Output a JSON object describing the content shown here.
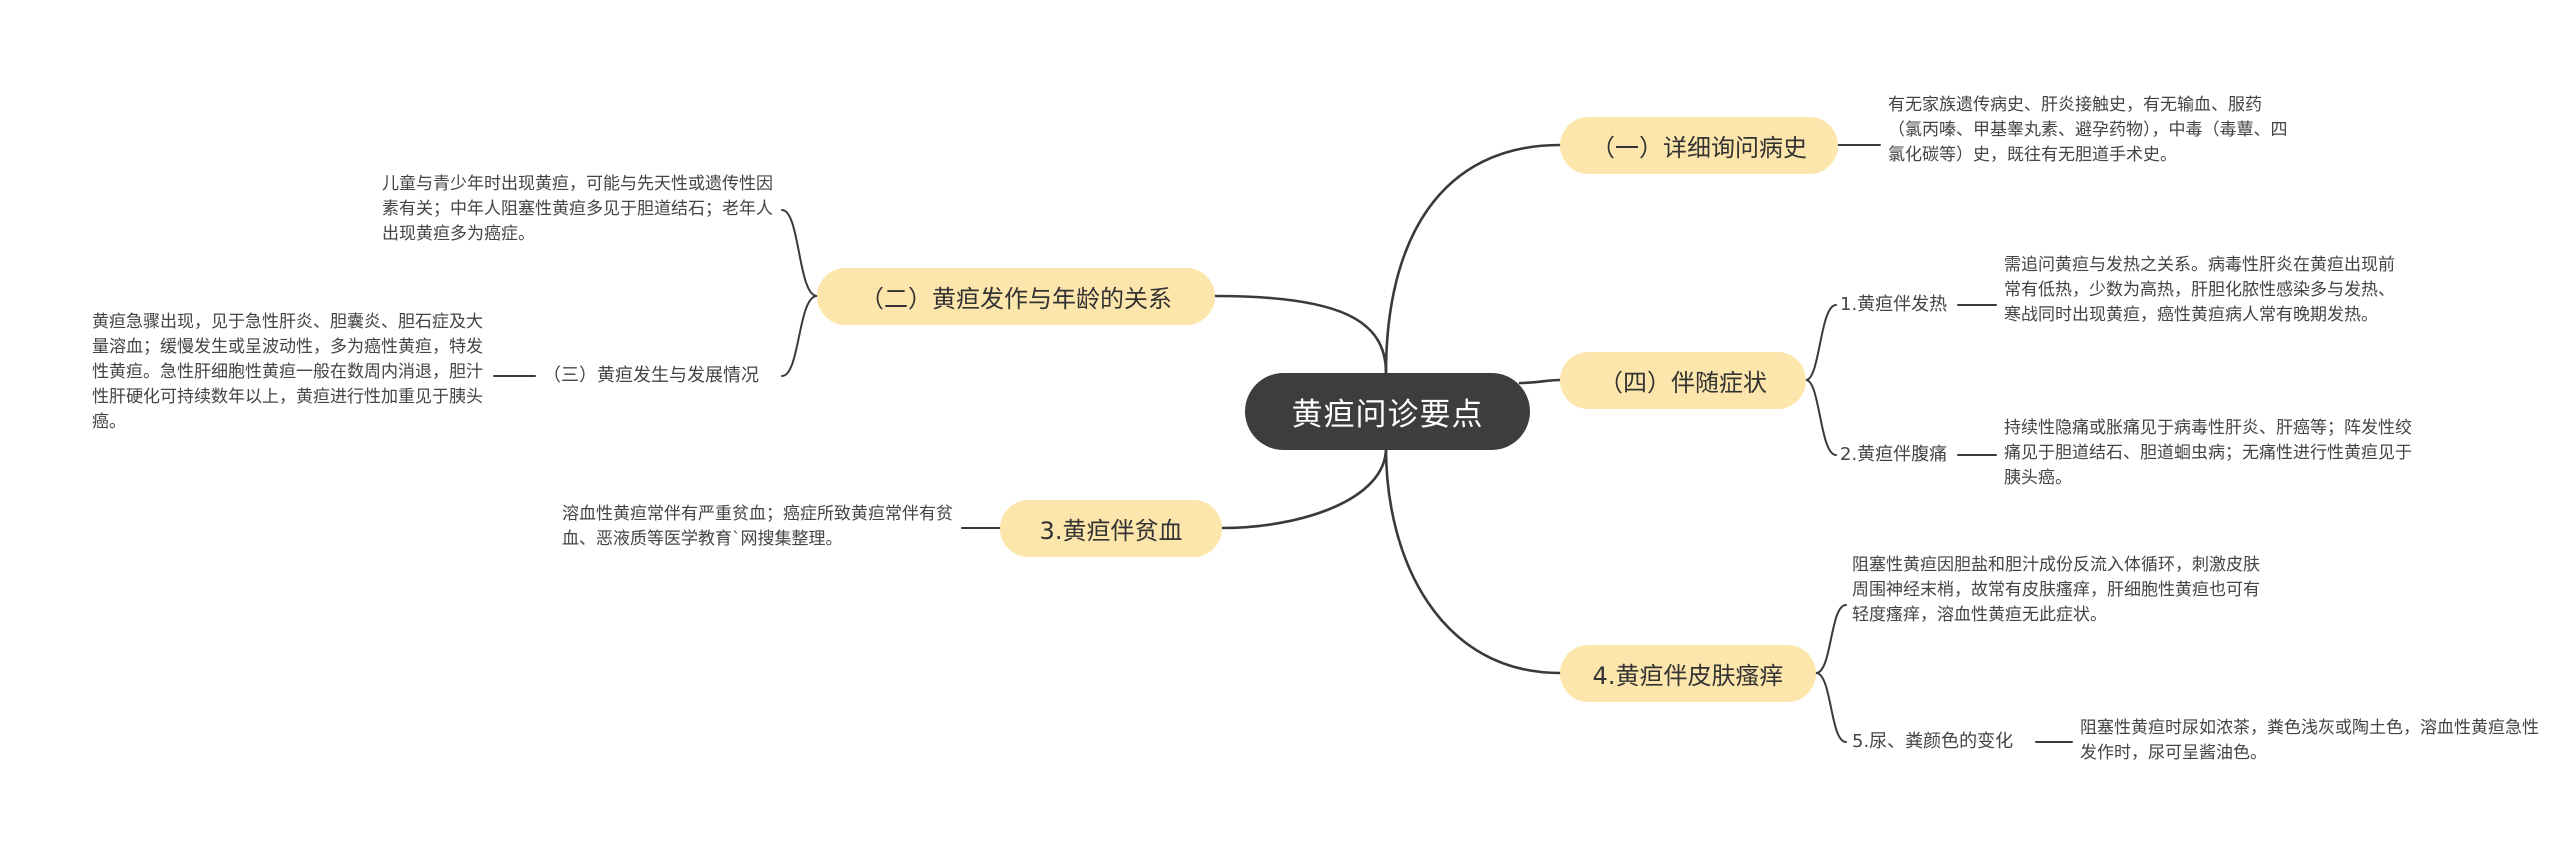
{
  "root": {
    "label": "黄疸问诊要点"
  },
  "right": {
    "history": {
      "label": "（一）详细询问病史",
      "detail": "有无家族遗传病史、肝炎接触史，有无输血、服药（氯丙嗪、甲基睾丸素、避孕药物），中毒（毒蕈、四氯化碳等）史，既往有无胆道手术史。"
    },
    "symptoms": {
      "label": "（四）伴随症状",
      "items": [
        {
          "label": "1.黄疸伴发热",
          "detail": "需追问黄疸与发热之关系。病毒性肝炎在黄疸出现前常有低热，少数为高热，肝胆化脓性感染多与发热、寒战同时出现黄疸，癌性黄疸病人常有晚期发热。"
        },
        {
          "label": "2.黄疸伴腹痛",
          "detail": "持续性隐痛或胀痛见于病毒性肝炎、肝癌等；阵发性绞痛见于胆道结石、胆道蛔虫病；无痛性进行性黄疸见于胰头癌。"
        }
      ]
    },
    "itch": {
      "label": "4.黄疸伴皮肤瘙痒",
      "detail": "阻塞性黄疸因胆盐和胆汁成份反流入体循环，刺激皮肤周围神经末梢，故常有皮肤瘙痒，肝细胞性黄疸也可有轻度瘙痒，溶血性黄疸无此症状。",
      "sub": {
        "label": "5.尿、粪颜色的变化",
        "detail": "阻塞性黄疸时尿如浓茶，粪色浅灰或陶土色，溶血性黄疸急性发作时，尿可呈酱油色。"
      }
    }
  },
  "left": {
    "age": {
      "label": "（二）黄疸发作与年龄的关系",
      "detail": "儿童与青少年时出现黄疸，可能与先天性或遗传性因素有关；中年人阻塞性黄疸多见于胆道结石；老年人出现黄疸多为癌症。",
      "sub": {
        "label": "（三）黄疸发生与发展情况",
        "detail": "黄疸急骤出现，见于急性肝炎、胆囊炎、胆石症及大量溶血；缓慢发生或呈波动性，多为癌性黄疸，特发性黄疸。急性肝细胞性黄疸一般在数周内消退，胆汁性肝硬化可持续数年以上，黄疸进行性加重见于胰头癌。"
      }
    },
    "anemia": {
      "label": "3.黄疸伴贫血",
      "detail": "溶血性黄疸常伴有严重贫血；癌症所致黄疸常伴有贫血、恶液质等医学教育`网搜集整理。"
    }
  },
  "colors": {
    "root_bg": "#3d3d3d",
    "branch_bg": "#fde6ac",
    "line": "#3a3a3a",
    "text": "#444444"
  }
}
